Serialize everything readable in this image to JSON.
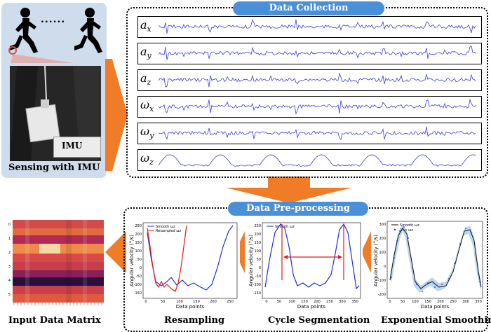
{
  "sections": {
    "data_collection": "Data Collection",
    "data_preprocessing": "Data Pre-processing"
  },
  "sensing": {
    "imu_tag": "IMU",
    "caption": "Sensing with IMU",
    "dots": "......"
  },
  "signals": [
    {
      "sym": "a",
      "sub": "x"
    },
    {
      "sym": "a",
      "sub": "y"
    },
    {
      "sym": "a",
      "sub": "z"
    },
    {
      "sym": "ω",
      "sub": "x"
    },
    {
      "sym": "ω",
      "sub": "y"
    },
    {
      "sym": "ω",
      "sub": "z"
    }
  ],
  "steps": {
    "resampling": "Resampling",
    "cycle_segmentation": "Cycle Segmentation",
    "exponential_smoothing": "Exponential Smoothing",
    "input_matrix": "Input Data Matrix"
  },
  "charts": {
    "resampling": {
      "legend": [
        "Smooth ωz",
        "Resampled ωz"
      ],
      "colors": [
        "#1f2fd6",
        "#e01b1b"
      ],
      "ylabel": "Angular velocity (°/s)",
      "xlabel": "Data points",
      "yticks": [
        "250",
        "200",
        "150",
        "100",
        "50",
        "0",
        "-50",
        "-100",
        "-150"
      ],
      "xticks": [
        "0",
        "50",
        "100",
        "150",
        "200",
        "250"
      ]
    },
    "segmentation": {
      "legend": [
        "Smooth ωz"
      ],
      "ylabel": "Angular velocity (°/s)",
      "xlabel": "Data points",
      "yticks": [
        "250",
        "200",
        "150",
        "100",
        "50",
        "0",
        "-50",
        "-100",
        "-150"
      ],
      "xticks": [
        "0",
        "50",
        "100",
        "150",
        "200",
        "250",
        "300",
        "350"
      ]
    },
    "smoothing": {
      "legend": [
        "Smooth ωz",
        "Raw ωz"
      ],
      "ylabel": "Angular velocity (°/s)",
      "xlabel": "Data points",
      "yticks": [
        "300",
        "200",
        "100",
        "0",
        "-100",
        "-200"
      ],
      "xticks": [
        "0",
        "50",
        "100",
        "150",
        "200",
        "250",
        "300",
        "350"
      ]
    },
    "heatmap": {
      "yticks": [
        "0",
        "1",
        "2",
        "3",
        "4",
        "5"
      ]
    }
  },
  "colors": {
    "arrow": "#f07c27",
    "pill": "#4a90d9",
    "signal": "#3a3ae0",
    "panel": "#cfdcec"
  }
}
